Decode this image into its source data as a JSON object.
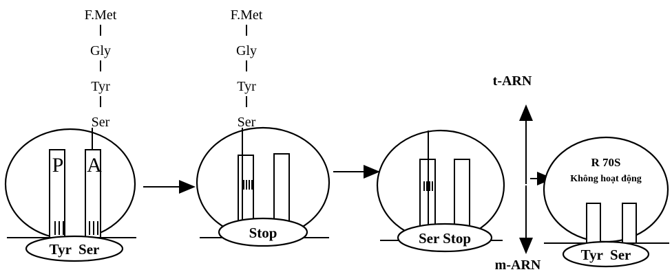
{
  "stage1": {
    "chain": [
      "F.Met",
      "Gly",
      "Tyr",
      "Ser"
    ],
    "site_p": "P",
    "site_a": "A",
    "codons": "Tyr  Ser"
  },
  "stage2": {
    "chain": [
      "F.Met",
      "Gly",
      "Tyr",
      "Ser"
    ],
    "codons": "Stop"
  },
  "stage3": {
    "codons": "Ser Stop"
  },
  "stage4": {
    "ribosome_title": "R 70S",
    "ribosome_subtitle": "Không hoạt động",
    "codons": "Tyr  Ser"
  },
  "axis": {
    "top_label": "t-ARN",
    "bottom_label": "m-ARN"
  }
}
